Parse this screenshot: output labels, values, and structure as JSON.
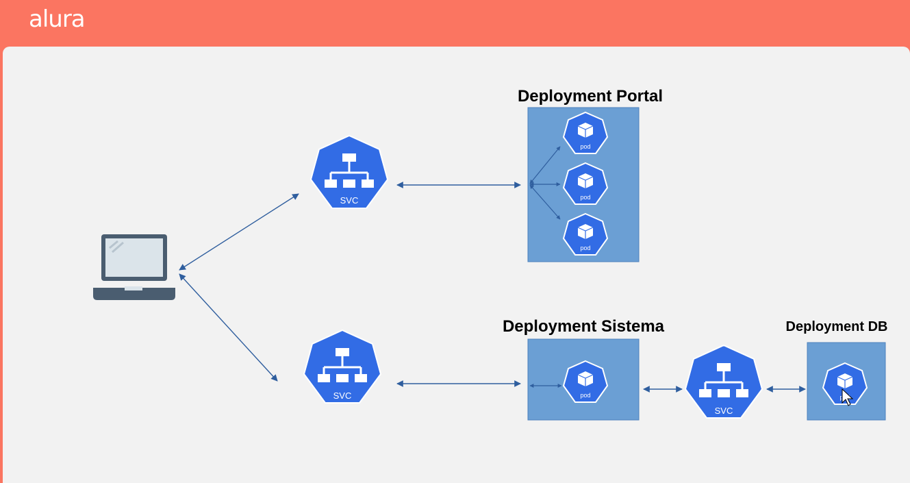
{
  "header": {
    "logo": "alura",
    "background_color": "#fb7561"
  },
  "diagram": {
    "deployments": [
      {
        "label": "Deployment Portal",
        "pods": [
          "pod",
          "pod",
          "pod"
        ]
      },
      {
        "label": "Deployment Sistema",
        "pods": [
          "pod"
        ]
      },
      {
        "label": "Deployment DB",
        "pods": [
          "pod"
        ]
      }
    ],
    "services": [
      "SVC",
      "SVC",
      "SVC"
    ],
    "client_icon": "laptop-icon",
    "colors": {
      "k8s_blue": "#326ce5",
      "deployment_box": "#6b9fd4",
      "arrow": "#2f5e9e",
      "laptop": "#4a5d70"
    }
  }
}
